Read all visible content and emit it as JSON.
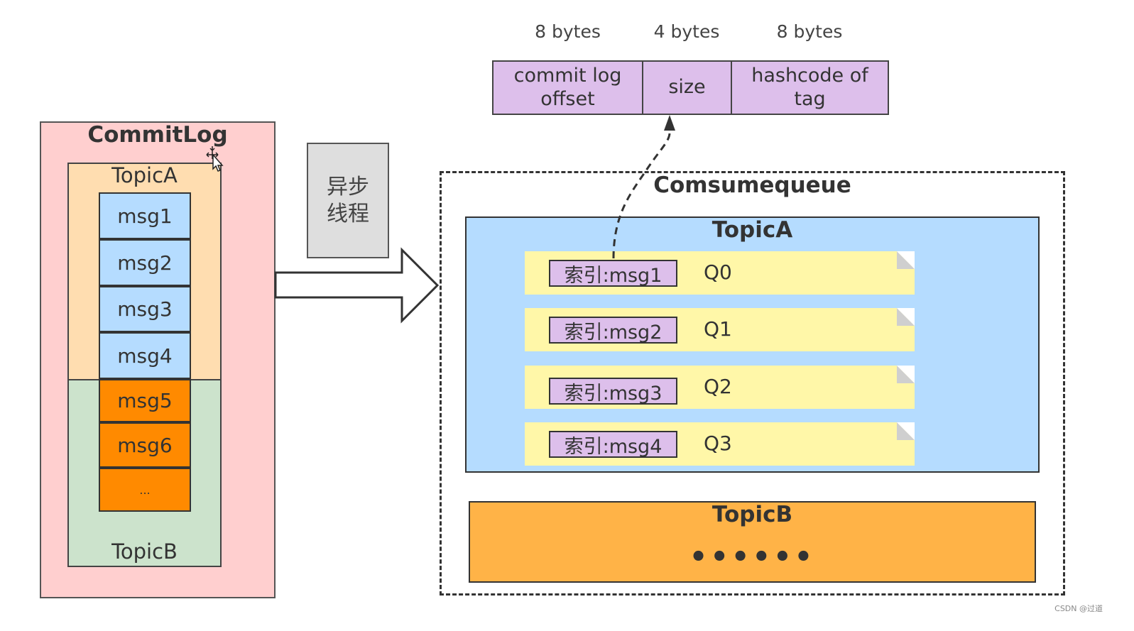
{
  "commitlog": {
    "title": "CommitLog",
    "topicA_label": "TopicA",
    "topicB_label": "TopicB",
    "messages": [
      "msg1",
      "msg2",
      "msg3",
      "msg4",
      "msg5",
      "msg6",
      "..."
    ]
  },
  "async_thread": {
    "line1": "异步",
    "line2": "线程"
  },
  "index_format": {
    "byte_labels": [
      "8 bytes",
      "4 bytes",
      "8 bytes"
    ],
    "field1_line1": "commit log",
    "field1_line2": "offset",
    "field2": "size",
    "field3_line1": "hashcode of",
    "field3_line2": "tag"
  },
  "consumequeue": {
    "title": "Comsumequeue",
    "topicA_title": "TopicA",
    "queues": [
      {
        "index": "索引:msg1",
        "name": "Q0"
      },
      {
        "index": "索引:msg2",
        "name": "Q1"
      },
      {
        "index": "索引:msg3",
        "name": "Q2"
      },
      {
        "index": "索引:msg4",
        "name": "Q3"
      }
    ],
    "topicB_title": "TopicB",
    "topicB_ellipsis": "••••••"
  },
  "colors": {
    "commitlog_bg": "#ffcfcf",
    "topicA_bg": "#ffddb0",
    "topicB_bg": "#cce3cc",
    "msg_blue": "#b5dcff",
    "msg_orange": "#ff8a00",
    "field_purple": "#ddbfeb",
    "cq_topicA_bg": "#b5dcff",
    "cq_topicB_bg": "#ffb347",
    "note_yellow": "#fff7a8"
  },
  "watermark": "CSDN @过道"
}
